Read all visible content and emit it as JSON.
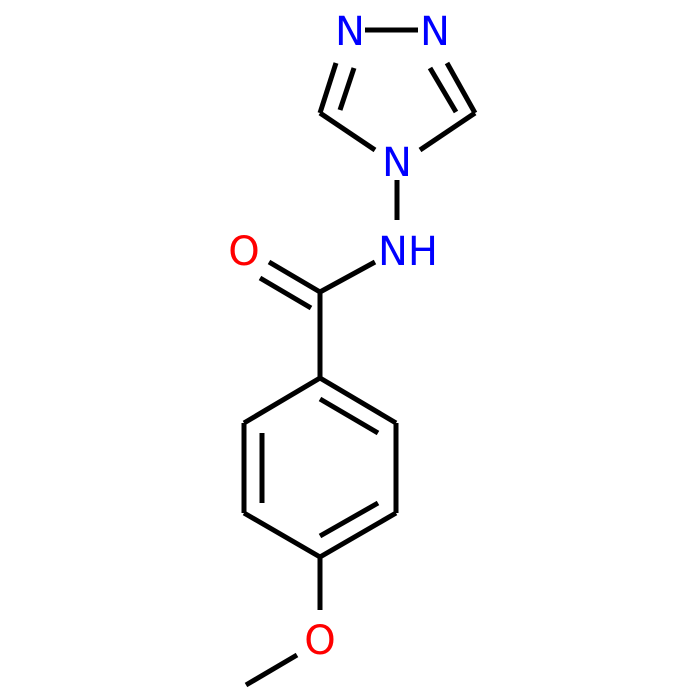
{
  "molecule": {
    "colors": {
      "bond": "#000000",
      "nitrogen": "#0000ff",
      "oxygen": "#ff0000"
    },
    "atoms": {
      "n_triazole_left": "N",
      "n_triazole_right": "N",
      "n_triazole_bottom": "N",
      "n_amide": "NH",
      "o_carbonyl": "O",
      "o_methoxy": "O"
    }
  }
}
